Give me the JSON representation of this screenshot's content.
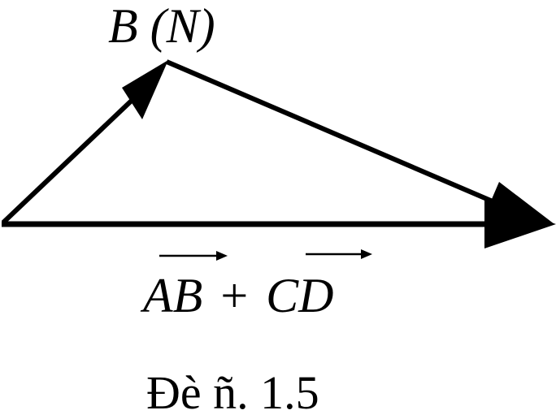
{
  "point_label": "B (N)",
  "sum_expression": {
    "term1": "AB",
    "operator": "+",
    "term2": "CD"
  },
  "caption": "Đè ñ. 1.5",
  "stroke_color": "#000000"
}
